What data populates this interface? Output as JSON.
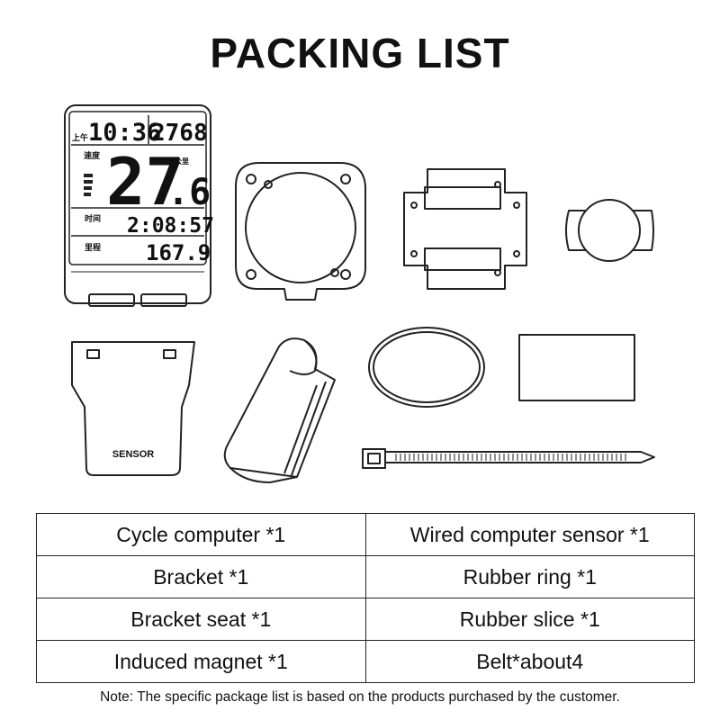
{
  "title": "PACKING LIST",
  "display": {
    "time": "10:36",
    "distance_top": "2768",
    "speed_main": "27",
    "speed_decimal": ".6",
    "ride_time": "2:08:57",
    "trip": "167.9",
    "label_time": "时间",
    "label_trip": "里程",
    "label_speed": "速度",
    "label_ampm": "上午",
    "label_unit": "公里"
  },
  "sensor_label": "SENSOR",
  "items": [
    [
      "Cycle computer *1",
      "Wired computer sensor *1"
    ],
    [
      "Bracket *1",
      "Rubber ring *1"
    ],
    [
      "Bracket seat *1",
      "Rubber slice *1"
    ],
    [
      "Induced magnet *1",
      "Belt*about4"
    ]
  ],
  "note": "Note: The specific package list is based on the products purchased by the customer."
}
